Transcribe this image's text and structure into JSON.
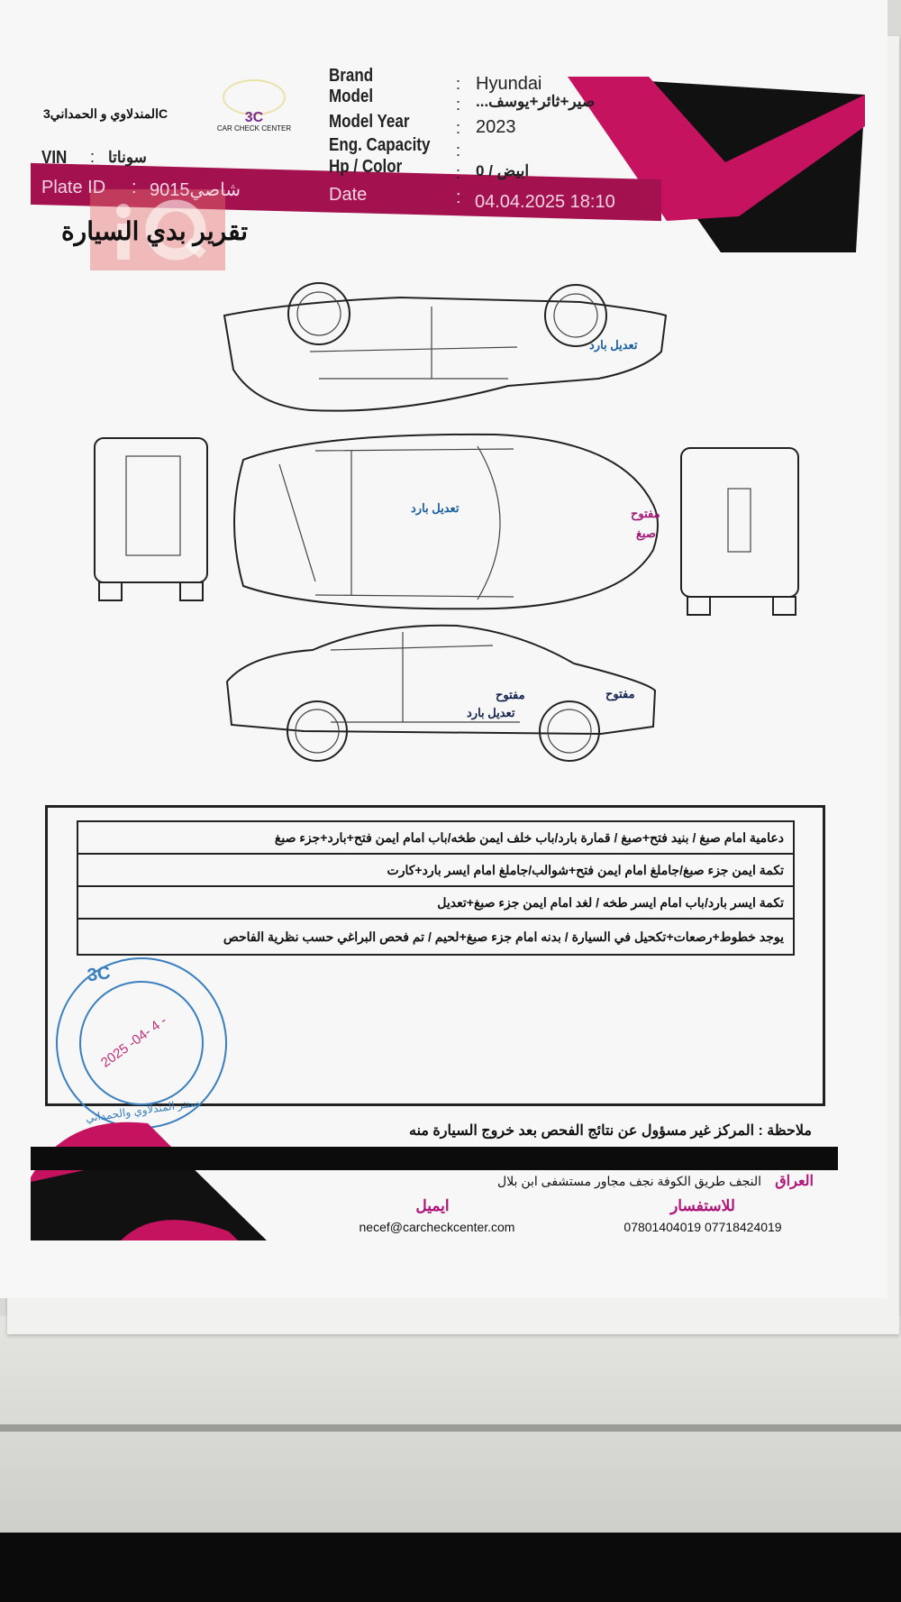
{
  "header": {
    "center_name": "المندلاوي و الحمداني3C",
    "logo": {
      "mark": "3C",
      "subtitle": "CAR CHECK CENTER"
    },
    "vin_label": "VIN",
    "vin_value": "سوناتا",
    "plate_label": "Plate ID",
    "plate_value": "9015شاصي",
    "fields": [
      {
        "label": "Brand",
        "value": "Hyundai"
      },
      {
        "label": "Model",
        "value": "...صير+ثائر+يوسف"
      },
      {
        "label": "Model Year",
        "value": "2023"
      },
      {
        "label": "Eng. Capacity",
        "value": ""
      },
      {
        "label": "Hp / Color",
        "value": "ابيض / 0"
      }
    ],
    "date_label": "Date",
    "date_value": "04.04.2025 18:10",
    "report_title": "تقرير بدي السيارة",
    "watermark": "iQ"
  },
  "diagram_annotations": {
    "top_side_rear": "تعديل بارد",
    "roof": "تعديل بارد",
    "front_hood": [
      "مفتوح",
      "صبغ"
    ],
    "side_door": [
      "مفتوح",
      "تعديل بارد"
    ],
    "side_front_fender": "مفتوح"
  },
  "findings": [
    "دعامية امام صبغ / بنيد فتح+صبغ / قمارة بارد/باب خلف ايمن طخه/باب امام ايمن فتح+بارد+جزء صبغ",
    "تكمة ايمن جزء صبغ/جاملغ امام ايمن فتح+شوالب/جاملغ امام ايسر بارد+كارت",
    "تكمة ايسر بارد/باب امام ايسر طخه / لغد امام ايمن جزء صبغ+تعديل",
    "يوجد خطوط+رصعات+تكحيل في السيارة / بدنه امام جزء صبغ+لحيم / تم فحص البراغي حسب نظرية الفاحص"
  ],
  "stamp": {
    "top": "3C",
    "date": "2025 -04- 4 -",
    "ring_text": "سنتر المندلاوي والحمداني"
  },
  "footer": {
    "note": "ملاحظة : المركز غير مسؤول عن نتائج الفحص بعد خروج السيارة منه",
    "country": "العراق",
    "address": "النجف طريق الكوفة نجف مجاور مستشفى ابن بلال",
    "inquiry_label": "للاستفسار",
    "phones": "07801404019 07718424019",
    "email_label": "ايميل",
    "email": "necef@carcheckcenter.com"
  },
  "colors": {
    "brand_magenta": "#c5135f",
    "band": "#a3114f",
    "annotation_blue": "#1a5fa0"
  }
}
